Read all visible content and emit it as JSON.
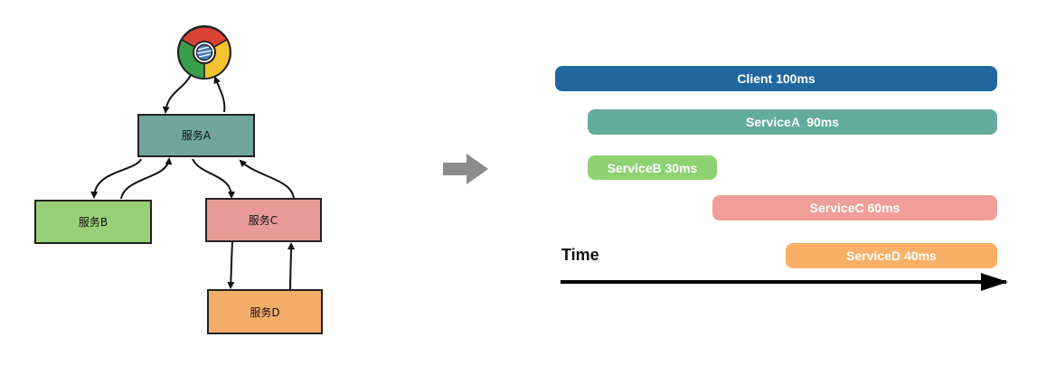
{
  "architecture": {
    "browser_icon": "chrome-icon",
    "services": [
      {
        "id": "A",
        "label": "服务A",
        "color": "#6fa59d"
      },
      {
        "id": "B",
        "label": "服务B",
        "color": "#98ce78"
      },
      {
        "id": "C",
        "label": "服务C",
        "color": "#e99a98"
      },
      {
        "id": "D",
        "label": "服务D",
        "color": "#f4ad68"
      }
    ]
  },
  "transition_arrow": "right-arrow-icon",
  "timeline": {
    "axis_label": "Time",
    "spans": [
      {
        "label": "Client 100ms",
        "color": "#21679f"
      },
      {
        "label": "ServiceA  90ms",
        "color": "#63ab9c"
      },
      {
        "label": "ServiceB 30ms",
        "color": "#8fd272"
      },
      {
        "label": "ServiceC 60ms",
        "color": "#f09e9a"
      },
      {
        "label": "ServiceD 40ms",
        "color": "#f9b066"
      }
    ]
  }
}
